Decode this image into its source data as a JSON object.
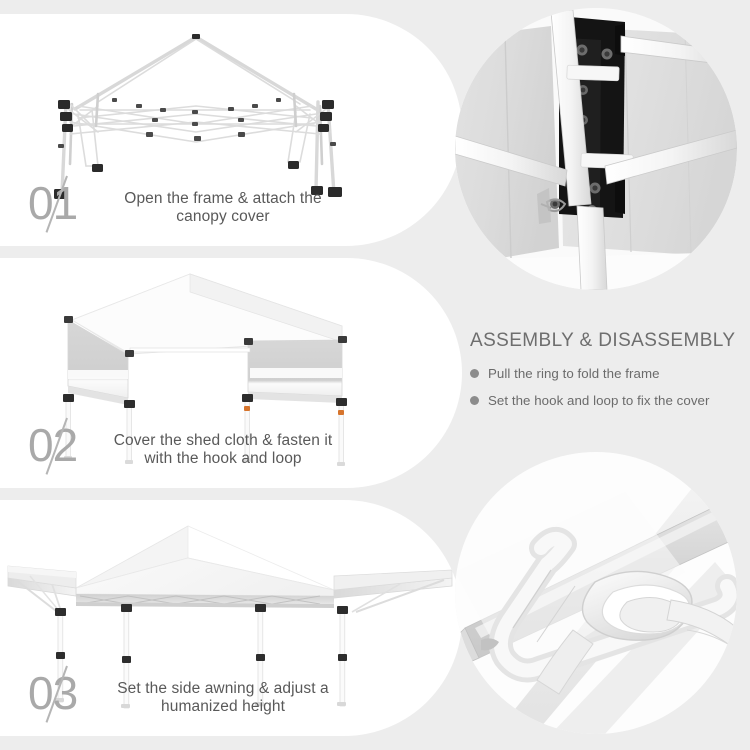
{
  "background_color": "#ededed",
  "panel_color": "#ffffff",
  "text_color": "#5d5d5d",
  "step_number_color": "#a9a9a9",
  "bullet_color": "#8c8c8c",
  "steps": [
    {
      "number": "01",
      "text": "Open the frame & attach the canopy cover",
      "illustration": "canopy-frame-skeleton"
    },
    {
      "number": "02",
      "text": "Cover the shed cloth & fasten it with the hook and loop",
      "illustration": "canopy-with-shed-cloth"
    },
    {
      "number": "03",
      "text": "Set the side awning & adjust a humanized height",
      "illustration": "canopy-with-side-awnings"
    }
  ],
  "assembly": {
    "title": "ASSEMBLY & DISASSEMBLY",
    "items": [
      "Pull the ring to fold the frame",
      "Set the hook and loop to fix the cover"
    ]
  },
  "photos": [
    {
      "name": "corner-bracket-detail",
      "description": "Close-up of black corner bracket joint with white canopy poles and fabric"
    },
    {
      "name": "hook-and-loop-strap-detail",
      "description": "Close-up of white hook and loop strap wrapped around canopy pole"
    }
  ]
}
